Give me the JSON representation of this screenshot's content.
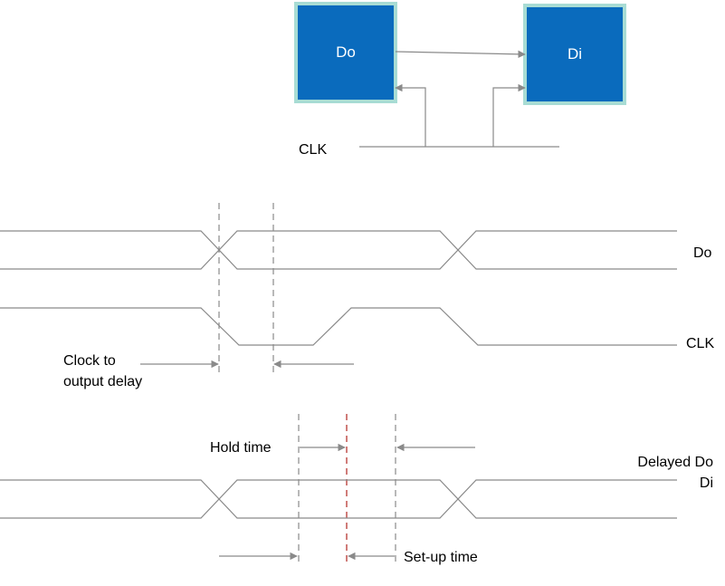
{
  "blocks": {
    "out": {
      "label": "Do"
    },
    "in": {
      "label": "Di"
    },
    "fill": "#0a6bbd",
    "glow": "#a8dcd4"
  },
  "labels": {
    "clk_input": "CLK",
    "do_signal": "Do",
    "clk_signal": "CLK",
    "clock_to_output_line1": "Clock to",
    "clock_to_output_line2": "output delay",
    "hold_time": "Hold time",
    "delayed_do": "Delayed Do",
    "di_signal": "Di",
    "setup_time": "Set-up time"
  },
  "colors": {
    "line": "#8a8a8a",
    "dash": "#8a8a8a",
    "clock_edge_dash": "#c0504d",
    "text": "#000000",
    "block_text": "#ffffff"
  }
}
